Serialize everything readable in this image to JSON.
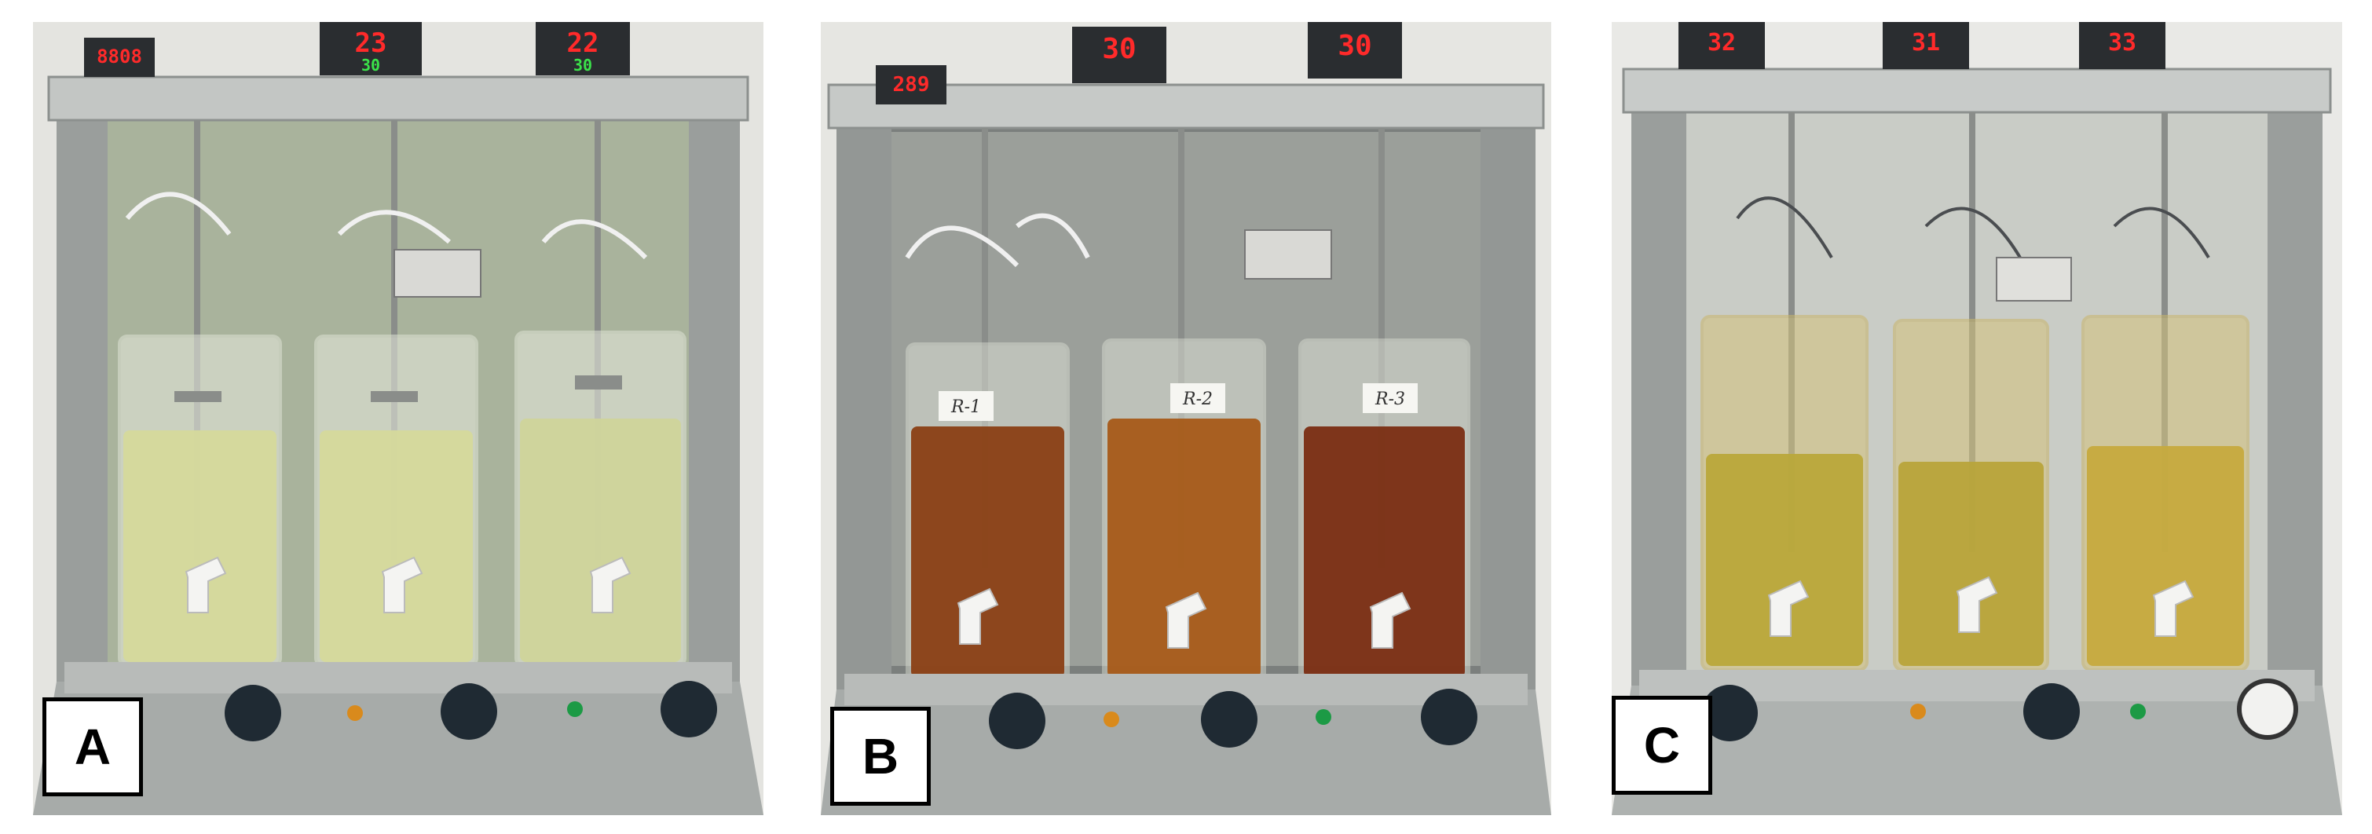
{
  "panels": [
    {
      "label": "A",
      "liquid_color": "#d5d99b",
      "liquid_level": 0.55,
      "controllers": [
        "23",
        "22"
      ],
      "controller_sub": [
        "30",
        "30"
      ],
      "meter_text": "8808",
      "reactor_tags": [
        "",
        "",
        ""
      ]
    },
    {
      "label": "B",
      "liquid_color": "#8a3f14",
      "liquid_level": 0.7,
      "controllers": [
        "30",
        "30"
      ],
      "controller_sub": [
        "",
        ""
      ],
      "meter_text": "289",
      "reactor_tags": [
        "R-1",
        "R-2",
        "R-3"
      ]
    },
    {
      "label": "C",
      "liquid_color": "#b9a83a",
      "liquid_level": 0.85,
      "controllers": [
        "32",
        "31",
        "33"
      ],
      "controller_sub": [
        "",
        "",
        ""
      ],
      "meter_text": "",
      "reactor_tags": [
        "",
        "",
        ""
      ]
    }
  ],
  "colors": {
    "steel": "#a7aba9",
    "steel_dark": "#6e7270",
    "lcd_red": "#ff2a2a",
    "lcd_green": "#3be34a",
    "tap_white": "#f4f4f2",
    "knob": "#1f2a33"
  }
}
